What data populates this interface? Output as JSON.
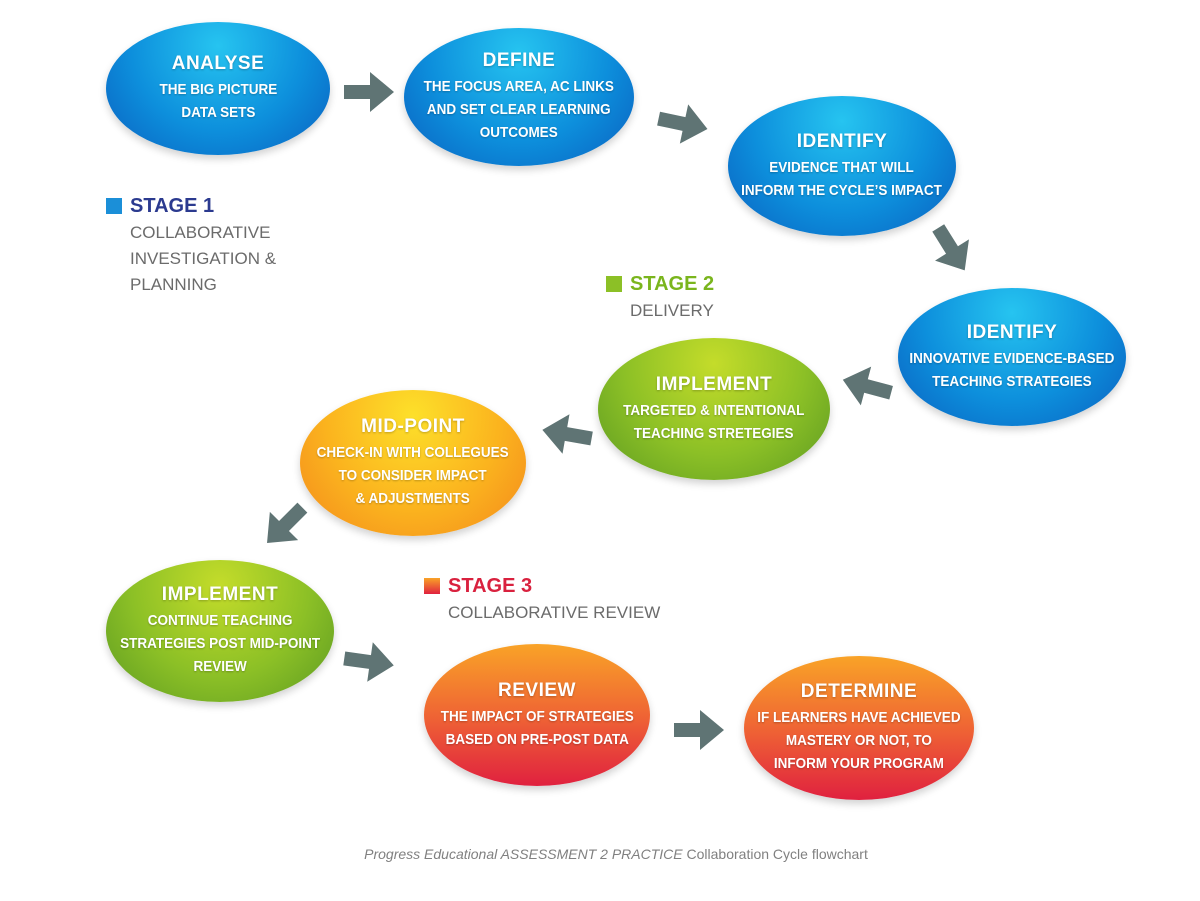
{
  "nodes": [
    {
      "title": "ANALYSE",
      "lines": [
        "THE BIG PICTURE",
        "DATA SETS"
      ]
    },
    {
      "title": "DEFINE",
      "lines": [
        "THE FOCUS AREA, AC LINKS",
        "AND SET CLEAR LEARNING",
        "OUTCOMES"
      ]
    },
    {
      "title": "IDENTIFY",
      "lines": [
        "EVIDENCE THAT WILL",
        "INFORM THE CYCLE’S IMPACT"
      ]
    },
    {
      "title": "IDENTIFY",
      "lines": [
        "INNOVATIVE EVIDENCE-BASED",
        "TEACHING STRATEGIES"
      ]
    },
    {
      "title": "IMPLEMENT",
      "lines": [
        "TARGETED & INTENTIONAL",
        "TEACHING STRETEGIES"
      ]
    },
    {
      "title": "MID-POINT",
      "lines": [
        "CHECK-IN WITH COLLEGUES",
        "TO CONSIDER IMPACT",
        "& ADJUSTMENTS"
      ]
    },
    {
      "title": "IMPLEMENT",
      "lines": [
        "CONTINUE TEACHING",
        "STRATEGIES POST MID-POINT",
        "REVIEW"
      ]
    },
    {
      "title": "REVIEW",
      "lines": [
        "THE IMPACT OF STRATEGIES",
        "BASED ON PRE-POST DATA"
      ]
    },
    {
      "title": "DETERMINE",
      "lines": [
        "IF LEARNERS HAVE ACHIEVED",
        "MASTERY OR NOT, TO",
        "INFORM YOUR PROGRAM"
      ]
    }
  ],
  "stages": [
    {
      "label": "STAGE 1",
      "desc": "COLLABORATIVE\nINVESTIGATION &\nPLANNING",
      "color": "#2b3a8f",
      "square": "#1b8fd8"
    },
    {
      "label": "STAGE 2",
      "desc": "DELIVERY",
      "color": "#7ab51d",
      "square": "#8cc026"
    },
    {
      "label": "STAGE 3",
      "desc": "COLLABORATIVE REVIEW",
      "color": "#d9213e",
      "square": "#ef6534"
    }
  ],
  "caption": {
    "part1": "Progress Educational ",
    "part2": "ASSESSMENT 2 PRACTICE",
    "part3": " Collaboration Cycle flowchart"
  },
  "colors": {
    "arrow": "#5f7474"
  }
}
